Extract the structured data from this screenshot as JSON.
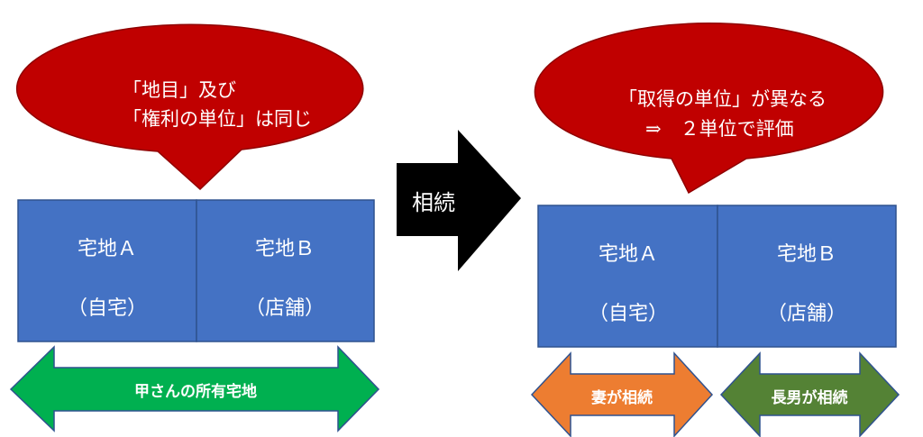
{
  "left": {
    "callout_lines": [
      "「地目」及び",
      "「権利の単位」は同じ"
    ],
    "plots": [
      {
        "name": "宅地Ａ",
        "use": "（自宅）"
      },
      {
        "name": "宅地Ｂ",
        "use": "（店舗）"
      }
    ],
    "arrow_label": "甲さんの所有宅地"
  },
  "center_arrow_label": "相続",
  "right": {
    "callout_lines": [
      "「取得の単位」が異なる",
      "⇒　２単位で評価"
    ],
    "plots": [
      {
        "name": "宅地Ａ",
        "use": "（自宅）"
      },
      {
        "name": "宅地Ｂ",
        "use": "（店舗）"
      }
    ],
    "arrows": [
      {
        "label": "妻が相続"
      },
      {
        "label": "長男が相続"
      }
    ]
  },
  "colors": {
    "callout": "#C00000",
    "plot": "#4472C4",
    "owner_arrow": "#00B050",
    "wife_arrow": "#ED7D31",
    "son_arrow": "#548235",
    "inherit_arrow": "#000000"
  }
}
